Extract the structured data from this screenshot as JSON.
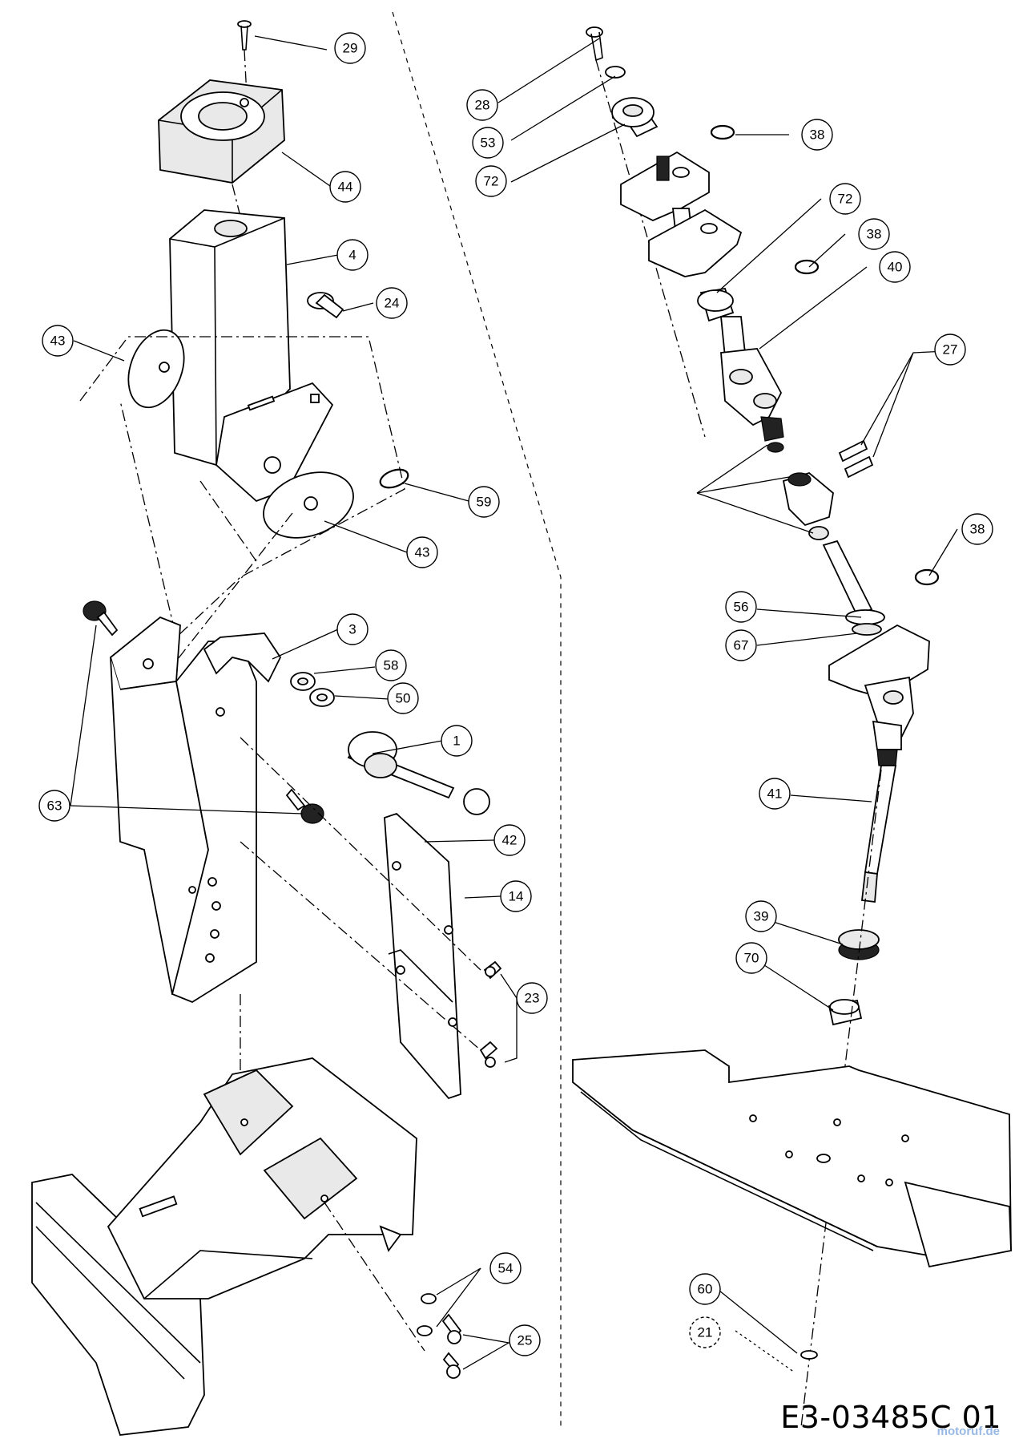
{
  "drawing": {
    "code": "E3-03485C 01",
    "watermark": "motoruf.de"
  },
  "callouts": [
    {
      "id": "c29",
      "label": "29"
    },
    {
      "id": "c44",
      "label": "44"
    },
    {
      "id": "c4",
      "label": "4"
    },
    {
      "id": "c24",
      "label": "24"
    },
    {
      "id": "c43a",
      "label": "43"
    },
    {
      "id": "c59",
      "label": "59"
    },
    {
      "id": "c43b",
      "label": "43"
    },
    {
      "id": "c3",
      "label": "3"
    },
    {
      "id": "c58",
      "label": "58"
    },
    {
      "id": "c50",
      "label": "50"
    },
    {
      "id": "c1",
      "label": "1"
    },
    {
      "id": "c63",
      "label": "63"
    },
    {
      "id": "c42",
      "label": "42"
    },
    {
      "id": "c14",
      "label": "14"
    },
    {
      "id": "c23",
      "label": "23"
    },
    {
      "id": "c54",
      "label": "54"
    },
    {
      "id": "c25",
      "label": "25"
    },
    {
      "id": "c28",
      "label": "28"
    },
    {
      "id": "c53",
      "label": "53"
    },
    {
      "id": "c72a",
      "label": "72"
    },
    {
      "id": "c38a",
      "label": "38"
    },
    {
      "id": "c72b",
      "label": "72"
    },
    {
      "id": "c38b",
      "label": "38"
    },
    {
      "id": "c40",
      "label": "40"
    },
    {
      "id": "c27",
      "label": "27"
    },
    {
      "id": "c38c",
      "label": "38"
    },
    {
      "id": "c56",
      "label": "56"
    },
    {
      "id": "c67",
      "label": "67"
    },
    {
      "id": "c41",
      "label": "41"
    },
    {
      "id": "c39",
      "label": "39"
    },
    {
      "id": "c70",
      "label": "70"
    },
    {
      "id": "c60",
      "label": "60"
    },
    {
      "id": "c21",
      "label": "21"
    }
  ]
}
